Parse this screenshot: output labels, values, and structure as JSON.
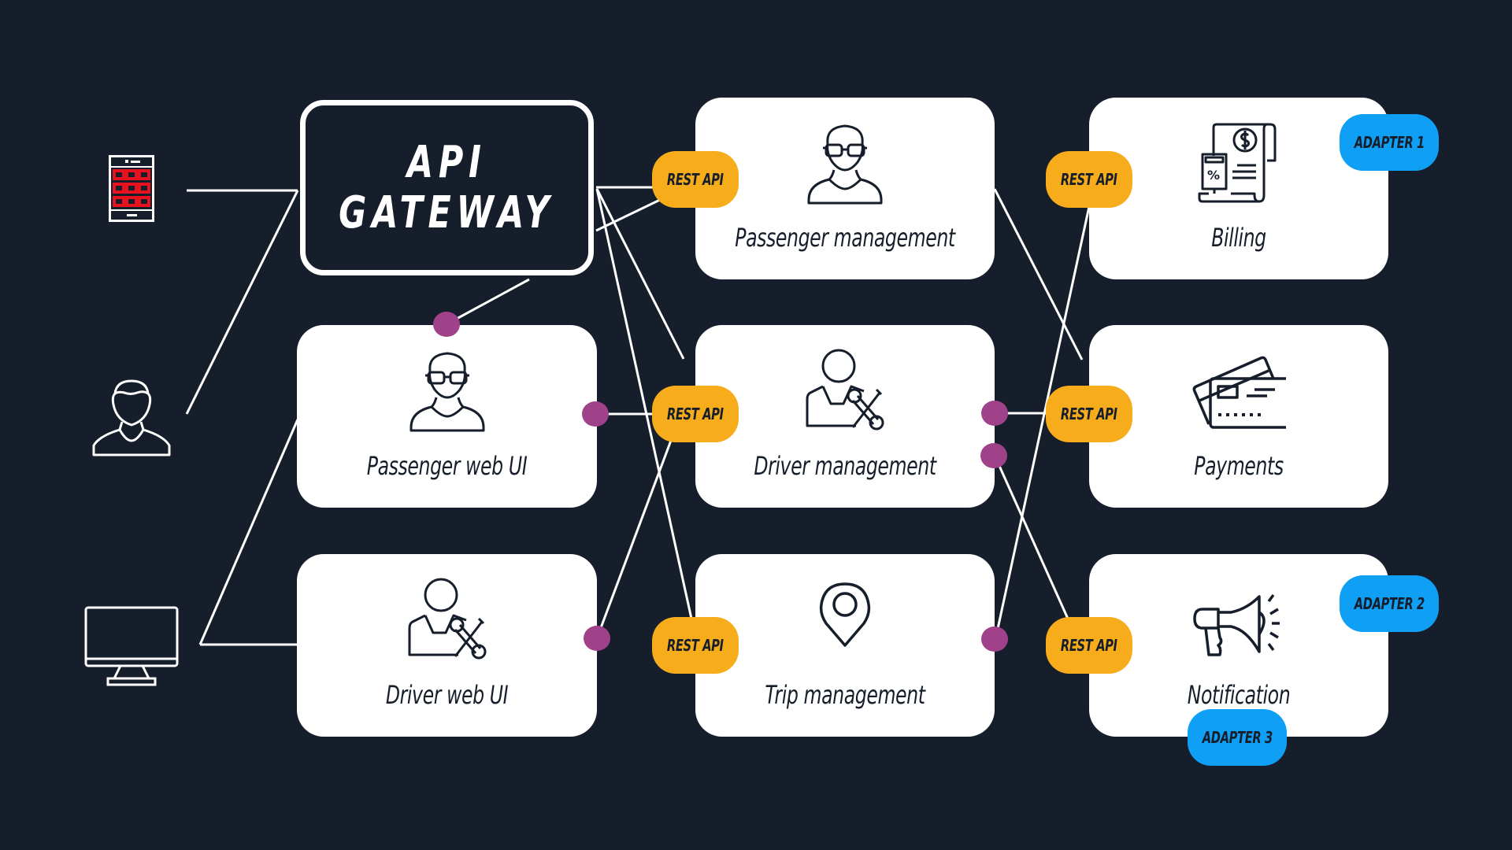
{
  "colors": {
    "background": "#151E2A",
    "card": "#FFFFFF",
    "rest_api": "#F7AC1C",
    "adapter": "#0FA0F5",
    "connector_dot": "#A0428A",
    "tablet_accent": "#E8121E",
    "ink": "#151E2A"
  },
  "clients": [
    {
      "id": "tablet",
      "icon": "tablet-icon"
    },
    {
      "id": "user",
      "icon": "user-icon"
    },
    {
      "id": "desktop",
      "icon": "desktop-monitor-icon"
    }
  ],
  "gateway": {
    "line1": "API",
    "line2": "GATEWAY"
  },
  "nodes": {
    "passenger_web_ui": {
      "label": "Passenger web UI",
      "icon": "passenger-glasses-icon"
    },
    "driver_web_ui": {
      "label": "Driver web UI",
      "icon": "driver-tools-icon"
    },
    "passenger_management": {
      "label": "Passenger management",
      "icon": "passenger-glasses-icon"
    },
    "driver_management": {
      "label": "Driver management",
      "icon": "driver-tools-icon"
    },
    "trip_management": {
      "label": "Trip management",
      "icon": "map-pin-icon"
    },
    "billing": {
      "label": "Billing",
      "icon": "invoice-dollar-icon"
    },
    "payments": {
      "label": "Payments",
      "icon": "credit-cards-icon"
    },
    "notification": {
      "label": "Notification",
      "icon": "megaphone-icon"
    }
  },
  "badges": {
    "rest_api": "REST API",
    "adapter1": "ADAPTER 1",
    "adapter2": "ADAPTER 2",
    "adapter3": "ADAPTER 3"
  }
}
